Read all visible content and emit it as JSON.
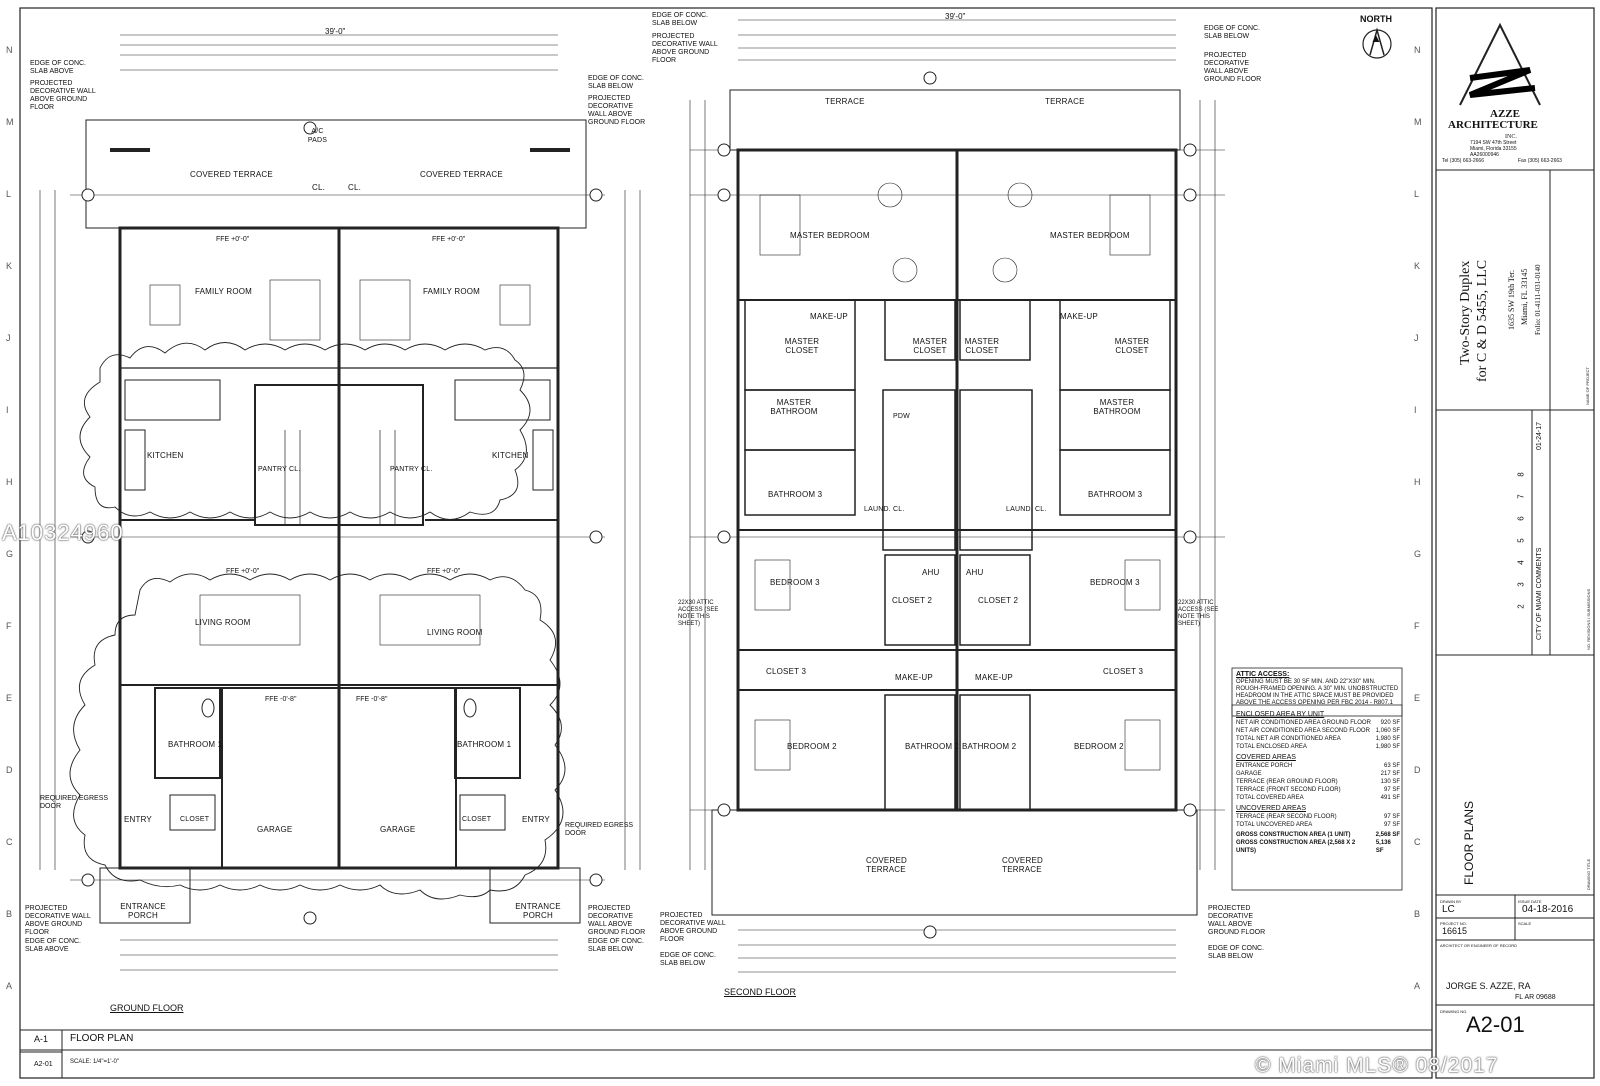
{
  "north": "NORTH",
  "watermark_left": "A10324960",
  "watermark_right": "© Miami MLS® 08/2017",
  "title_block": {
    "firm_name": "AZZE",
    "firm_name2": "ARCHITECTURE",
    "firm_inc": "INC.",
    "firm_address": "7194 SW 47th Street",
    "firm_city": "Miami, Florida 33155",
    "firm_license": "AA26000946",
    "firm_tel": "Tel (305) 663-2666",
    "firm_fax": "Fax (305) 663-2663",
    "project_line1": "Two-Story Duplex",
    "project_line2": "for C & D 5455, LLC",
    "project_address": "1635 SW 19th Ter.",
    "project_city": "Miami, FL 33145",
    "project_folio": "Folio: 01-4111-031-0140",
    "name_of_project": "NAME OF PROJECT",
    "revision_text": "CITY OF MIAMI COMMENTS",
    "revision_date": "01-24-17",
    "revision_numbers": [
      "8",
      "7",
      "6",
      "5",
      "4",
      "3",
      "2"
    ],
    "revisions_label": "NO. REVISIONS / SUBMISSIONS",
    "sheet_title": "FLOOR PLANS",
    "drawing_title_label": "DRAWING TITLE",
    "drawn_by_label": "DRAWN BY",
    "drawn_by": "LC",
    "issue_date_label": "ISSUE DATE",
    "issue_date": "04-18-2016",
    "project_no_label": "PROJECT NO.",
    "scale_label": "SCALE",
    "project_no": "16615",
    "architect_label": "ARCHITECT OR ENGINEER OF RECORD",
    "architect_name": "JORGE S. AZZE, RA",
    "architect_license": "FL AR 09688",
    "drawing_no_label": "DRAWING NO.",
    "drawing_no": "A2-01"
  },
  "bottom_bar": {
    "detail_no": "A-1",
    "detail_sheet": "A2-01",
    "title": "FLOOR PLAN",
    "scale": "SCALE: 1/4\"=1'-0\""
  },
  "ground_floor": {
    "label": "GROUND FLOOR",
    "overall_dim": "39'-0\"",
    "rooms": [
      "COVERED TERRACE",
      "COVERED TERRACE",
      "FAMILY ROOM",
      "FAMILY ROOM",
      "KITCHEN",
      "KITCHEN",
      "PANTRY CL.",
      "PANTRY CL.",
      "LIVING ROOM",
      "LIVING ROOM",
      "BATHROOM 1",
      "BATHROOM 1",
      "GARAGE",
      "GARAGE",
      "ENTRY",
      "ENTRY",
      "CLOSET",
      "CLOSET",
      "ENTRANCE PORCH",
      "ENTRANCE PORCH",
      "A/C PADS",
      "CL.",
      "CL."
    ],
    "notes": [
      "EDGE OF CONC. SLAB ABOVE",
      "PROJECTED DECORATIVE WALL ABOVE GROUND FLOOR",
      "EDGE OF CONC. SLAB BELOW",
      "PROJECTED DECORATIVE WALL ABOVE GROUND FLOOR",
      "REQUIRED EGRESS DOOR",
      "REQUIRED EGRESS DOOR",
      "PROJECTED DECORATIVE WALL ABOVE GROUND FLOOR",
      "EDGE OF CONC. SLAB ABOVE",
      "PROJECTED DECORATIVE WALL ABOVE GROUND FLOOR",
      "EDGE OF CONC. SLAB BELOW"
    ],
    "ffe": [
      "FFE +0'-0\"",
      "FFE +0'-0\"",
      "FFE +0'-0\"",
      "FFE +0'-0\"",
      "FFE -0'-8\"",
      "FFE -0'-8\""
    ]
  },
  "second_floor": {
    "label": "SECOND FLOOR",
    "overall_dim": "39'-0\"",
    "rooms": [
      "TERRACE",
      "TERRACE",
      "MASTER BEDROOM",
      "MASTER BEDROOM",
      "MASTER CLOSET",
      "MASTER CLOSET",
      "MASTER CLOSET",
      "MASTER CLOSET",
      "MAKE-UP",
      "MAKE-UP",
      "MASTER BATHROOM",
      "MASTER BATHROOM",
      "PDW",
      "BATHROOM 3",
      "BATHROOM 3",
      "BEDROOM 3",
      "BEDROOM 3",
      "AHU",
      "AHU",
      "CLOSET 2",
      "CLOSET 2",
      "CLOSET 3",
      "CLOSET 3",
      "MAKE-UP",
      "MAKE-UP",
      "BEDROOM 2",
      "BEDROOM 2",
      "BATHROOM 2",
      "BATHROOM 2",
      "COVERED TERRACE",
      "COVERED TERRACE",
      "LAUND. CL.",
      "LAUND. CL."
    ],
    "notes": [
      "EDGE OF CONC. SLAB BELOW",
      "PROJECTED DECORATIVE WALL ABOVE GROUND FLOOR",
      "EDGE OF CONC. SLAB BELOW",
      "PROJECTED DECORATIVE WALL ABOVE GROUND FLOOR",
      "22X30 ATTIC ACCESS (SEE NOTE THIS SHEET)",
      "22X30 ATTIC ACCESS (SEE NOTE THIS SHEET)",
      "PROJECTED DECORATIVE WALL ABOVE GROUND FLOOR",
      "EDGE OF CONC. SLAB BELOW",
      "PROJECTED DECORATIVE WALL ABOVE GROUND FLOOR",
      "EDGE OF CONC. SLAB BELOW"
    ]
  },
  "attic_access": {
    "title": "ATTIC ACCESS:",
    "text": "OPENING MUST BE 30 SF MIN. AND 22\"X30\" MIN. ROUGH-FRAMED OPENING. A 30\" MIN. UNOBSTRUCTED HEADROOM IN THE ATTIC SPACE MUST BE PROVIDED ABOVE THE ACCESS OPENING PER FBC 2014 - R807.1"
  },
  "area_table": {
    "title": "ENCLOSED AREA BY UNIT",
    "rows": [
      {
        "label": "NET AIR CONDITIONED AREA GROUND FLOOR",
        "value": "920 SF"
      },
      {
        "label": "NET AIR CONDITIONED AREA SECOND FLOOR",
        "value": "1,060 SF"
      },
      {
        "label": "TOTAL NET AIR CONDITIONED AREA",
        "value": "1,980 SF"
      },
      {
        "label": "TOTAL ENCLOSED AREA",
        "value": "1,980 SF"
      }
    ],
    "covered_title": "COVERED AREAS",
    "covered_rows": [
      {
        "label": "ENTRANCE PORCH",
        "value": "63 SF"
      },
      {
        "label": "GARAGE",
        "value": "217 SF"
      },
      {
        "label": "TERRACE (REAR GROUND FLOOR)",
        "value": "130 SF"
      },
      {
        "label": "TERRACE (FRONT SECOND FLOOR)",
        "value": "97 SF"
      },
      {
        "label": "TOTAL COVERED AREA",
        "value": "491 SF"
      }
    ],
    "uncovered_title": "UNCOVERED AREAS",
    "uncovered_rows": [
      {
        "label": "TERRACE (REAR SECOND FLOOR)",
        "value": "97 SF"
      },
      {
        "label": "TOTAL UNCOVERED AREA",
        "value": "97 SF"
      }
    ],
    "gross_rows": [
      {
        "label": "GROSS CONSTRUCTION AREA (1 UNIT)",
        "value": "2,568 SF"
      },
      {
        "label": "GROSS CONSTRUCTION AREA (2,568 X 2 UNITS)",
        "value": "5,136 SF"
      }
    ]
  },
  "grid_letters": [
    "N",
    "M",
    "L",
    "K",
    "J",
    "I",
    "H",
    "G",
    "F",
    "E",
    "D",
    "C",
    "B",
    "A"
  ]
}
